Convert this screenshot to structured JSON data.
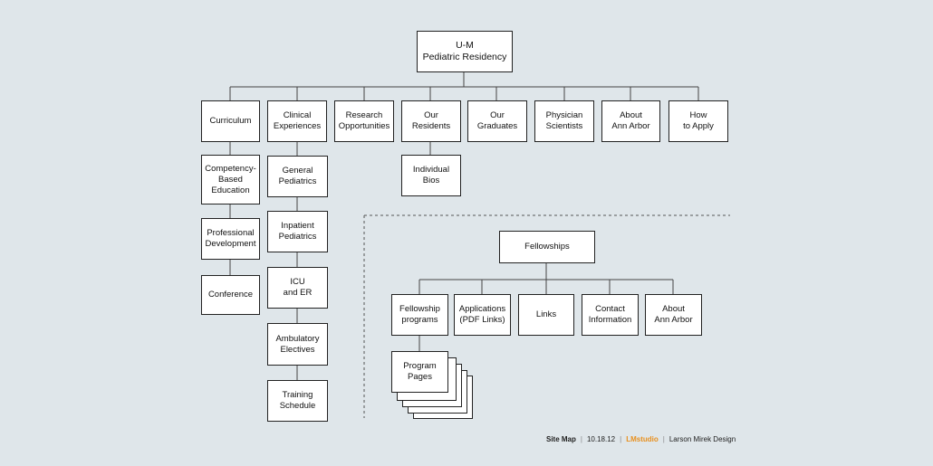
{
  "root": "U-M\nPediatric Residency",
  "sections": {
    "curriculum": "Curriculum",
    "clinical": "Clinical\nExperiences",
    "research": "Research\nOpportunities",
    "residents": "Our\nResidents",
    "graduates": "Our\nGraduates",
    "physician": "Physician\nScientists",
    "annarbor": "About\nAnn Arbor",
    "apply": "How\nto Apply"
  },
  "curriculum_children": {
    "competency": "Competency-\nBased\nEducation",
    "professional": "Professional\nDevelopment",
    "conference": "Conference"
  },
  "clinical_children": {
    "general": "General\nPediatrics",
    "inpatient": "Inpatient\nPediatrics",
    "icu": "ICU\nand ER",
    "ambulatory": "Ambulatory\nElectives",
    "training": "Training\nSchedule"
  },
  "residents_children": {
    "bios": "Individual\nBios"
  },
  "fellowships": {
    "root": "Fellowships",
    "programs": "Fellowship\nprograms",
    "applications": "Applications\n(PDF Links)",
    "links": "Links",
    "contact": "Contact\nInformation",
    "about": "About\nAnn Arbor",
    "program_pages": "Program\nPages"
  },
  "footer": {
    "title": "Site Map",
    "date": "10.18.12",
    "studio": "LMstudio",
    "design": "Larson Mirek Design"
  },
  "colors": {
    "background": "#dfe6ea",
    "line": "#444444",
    "studio": "#e8901e"
  }
}
